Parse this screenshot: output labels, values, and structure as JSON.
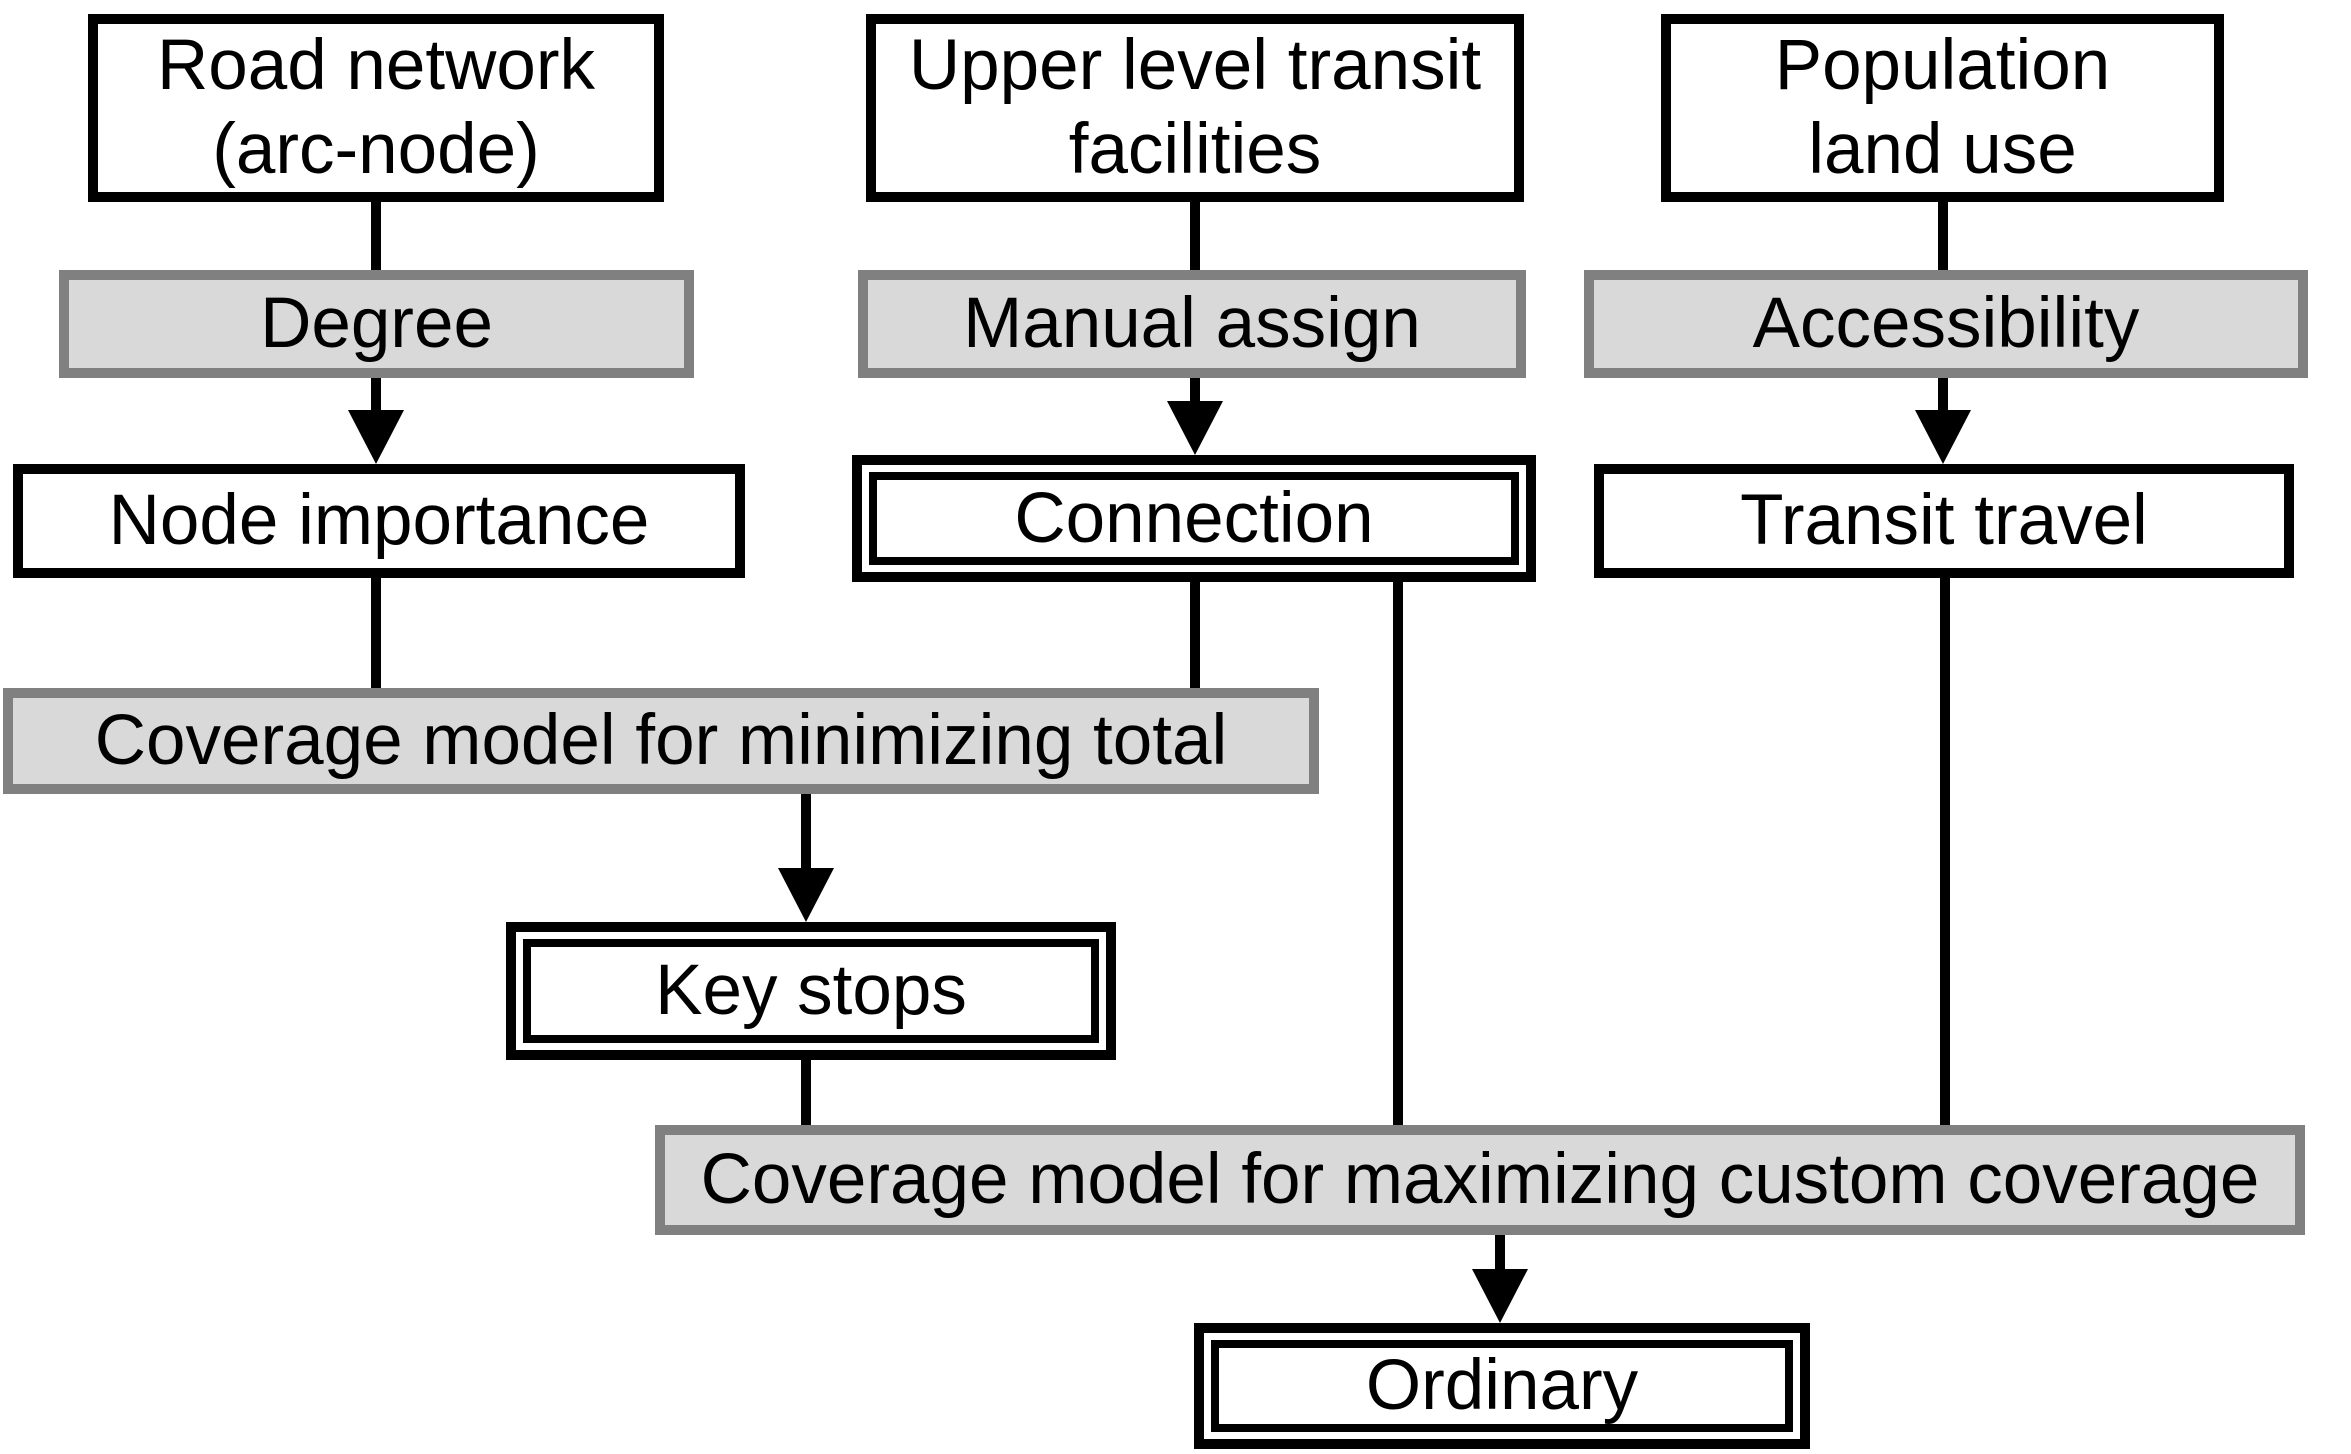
{
  "figure": {
    "type": "flowchart",
    "description": "Transit stop siting workflow diagram"
  },
  "colors": {
    "background": "#ffffff",
    "node_fill": "#ffffff",
    "node_border": "#000000",
    "process_fill": "#d9d9d9",
    "process_border": "#808080",
    "connector": "#000000",
    "text": "#000000"
  },
  "diagram": {
    "nodes": {
      "road_network": {
        "label": "Road network\n(arc-node)",
        "shape": "white-box"
      },
      "upper_level": {
        "label": "Upper level transit\nfacilities",
        "shape": "white-box"
      },
      "population": {
        "label": "Population\nland use",
        "shape": "white-box"
      },
      "degree": {
        "label": "Degree",
        "shape": "gray-box"
      },
      "manual_assign": {
        "label": "Manual assign",
        "shape": "gray-box"
      },
      "accessibility": {
        "label": "Accessibility",
        "shape": "gray-box"
      },
      "node_importance": {
        "label": "Node importance",
        "shape": "white-box"
      },
      "connection": {
        "label": "Connection",
        "shape": "double-box"
      },
      "transit_travel": {
        "label": "Transit travel",
        "shape": "white-box"
      },
      "coverage_min": {
        "label": "Coverage model for minimizing total",
        "shape": "gray-box"
      },
      "key_stops": {
        "label": "Key stops",
        "shape": "double-box"
      },
      "coverage_max": {
        "label": "Coverage model for maximizing custom coverage",
        "shape": "gray-box"
      },
      "ordinary": {
        "label": "Ordinary",
        "shape": "double-box"
      }
    },
    "edges": [
      {
        "from": "road_network",
        "to": "degree",
        "arrow": false
      },
      {
        "from": "upper_level",
        "to": "manual_assign",
        "arrow": false
      },
      {
        "from": "population",
        "to": "accessibility",
        "arrow": false
      },
      {
        "from": "degree",
        "to": "node_importance",
        "arrow": true
      },
      {
        "from": "manual_assign",
        "to": "connection",
        "arrow": true
      },
      {
        "from": "accessibility",
        "to": "transit_travel",
        "arrow": true
      },
      {
        "from": "node_importance",
        "to": "coverage_min",
        "arrow": false
      },
      {
        "from": "connection",
        "to": "coverage_min",
        "arrow": false
      },
      {
        "from": "connection",
        "to": "coverage_max",
        "arrow": false
      },
      {
        "from": "transit_travel",
        "to": "coverage_max",
        "arrow": false
      },
      {
        "from": "coverage_min",
        "to": "key_stops",
        "arrow": true
      },
      {
        "from": "key_stops",
        "to": "coverage_max",
        "arrow": false
      },
      {
        "from": "coverage_max",
        "to": "ordinary",
        "arrow": true
      }
    ]
  }
}
